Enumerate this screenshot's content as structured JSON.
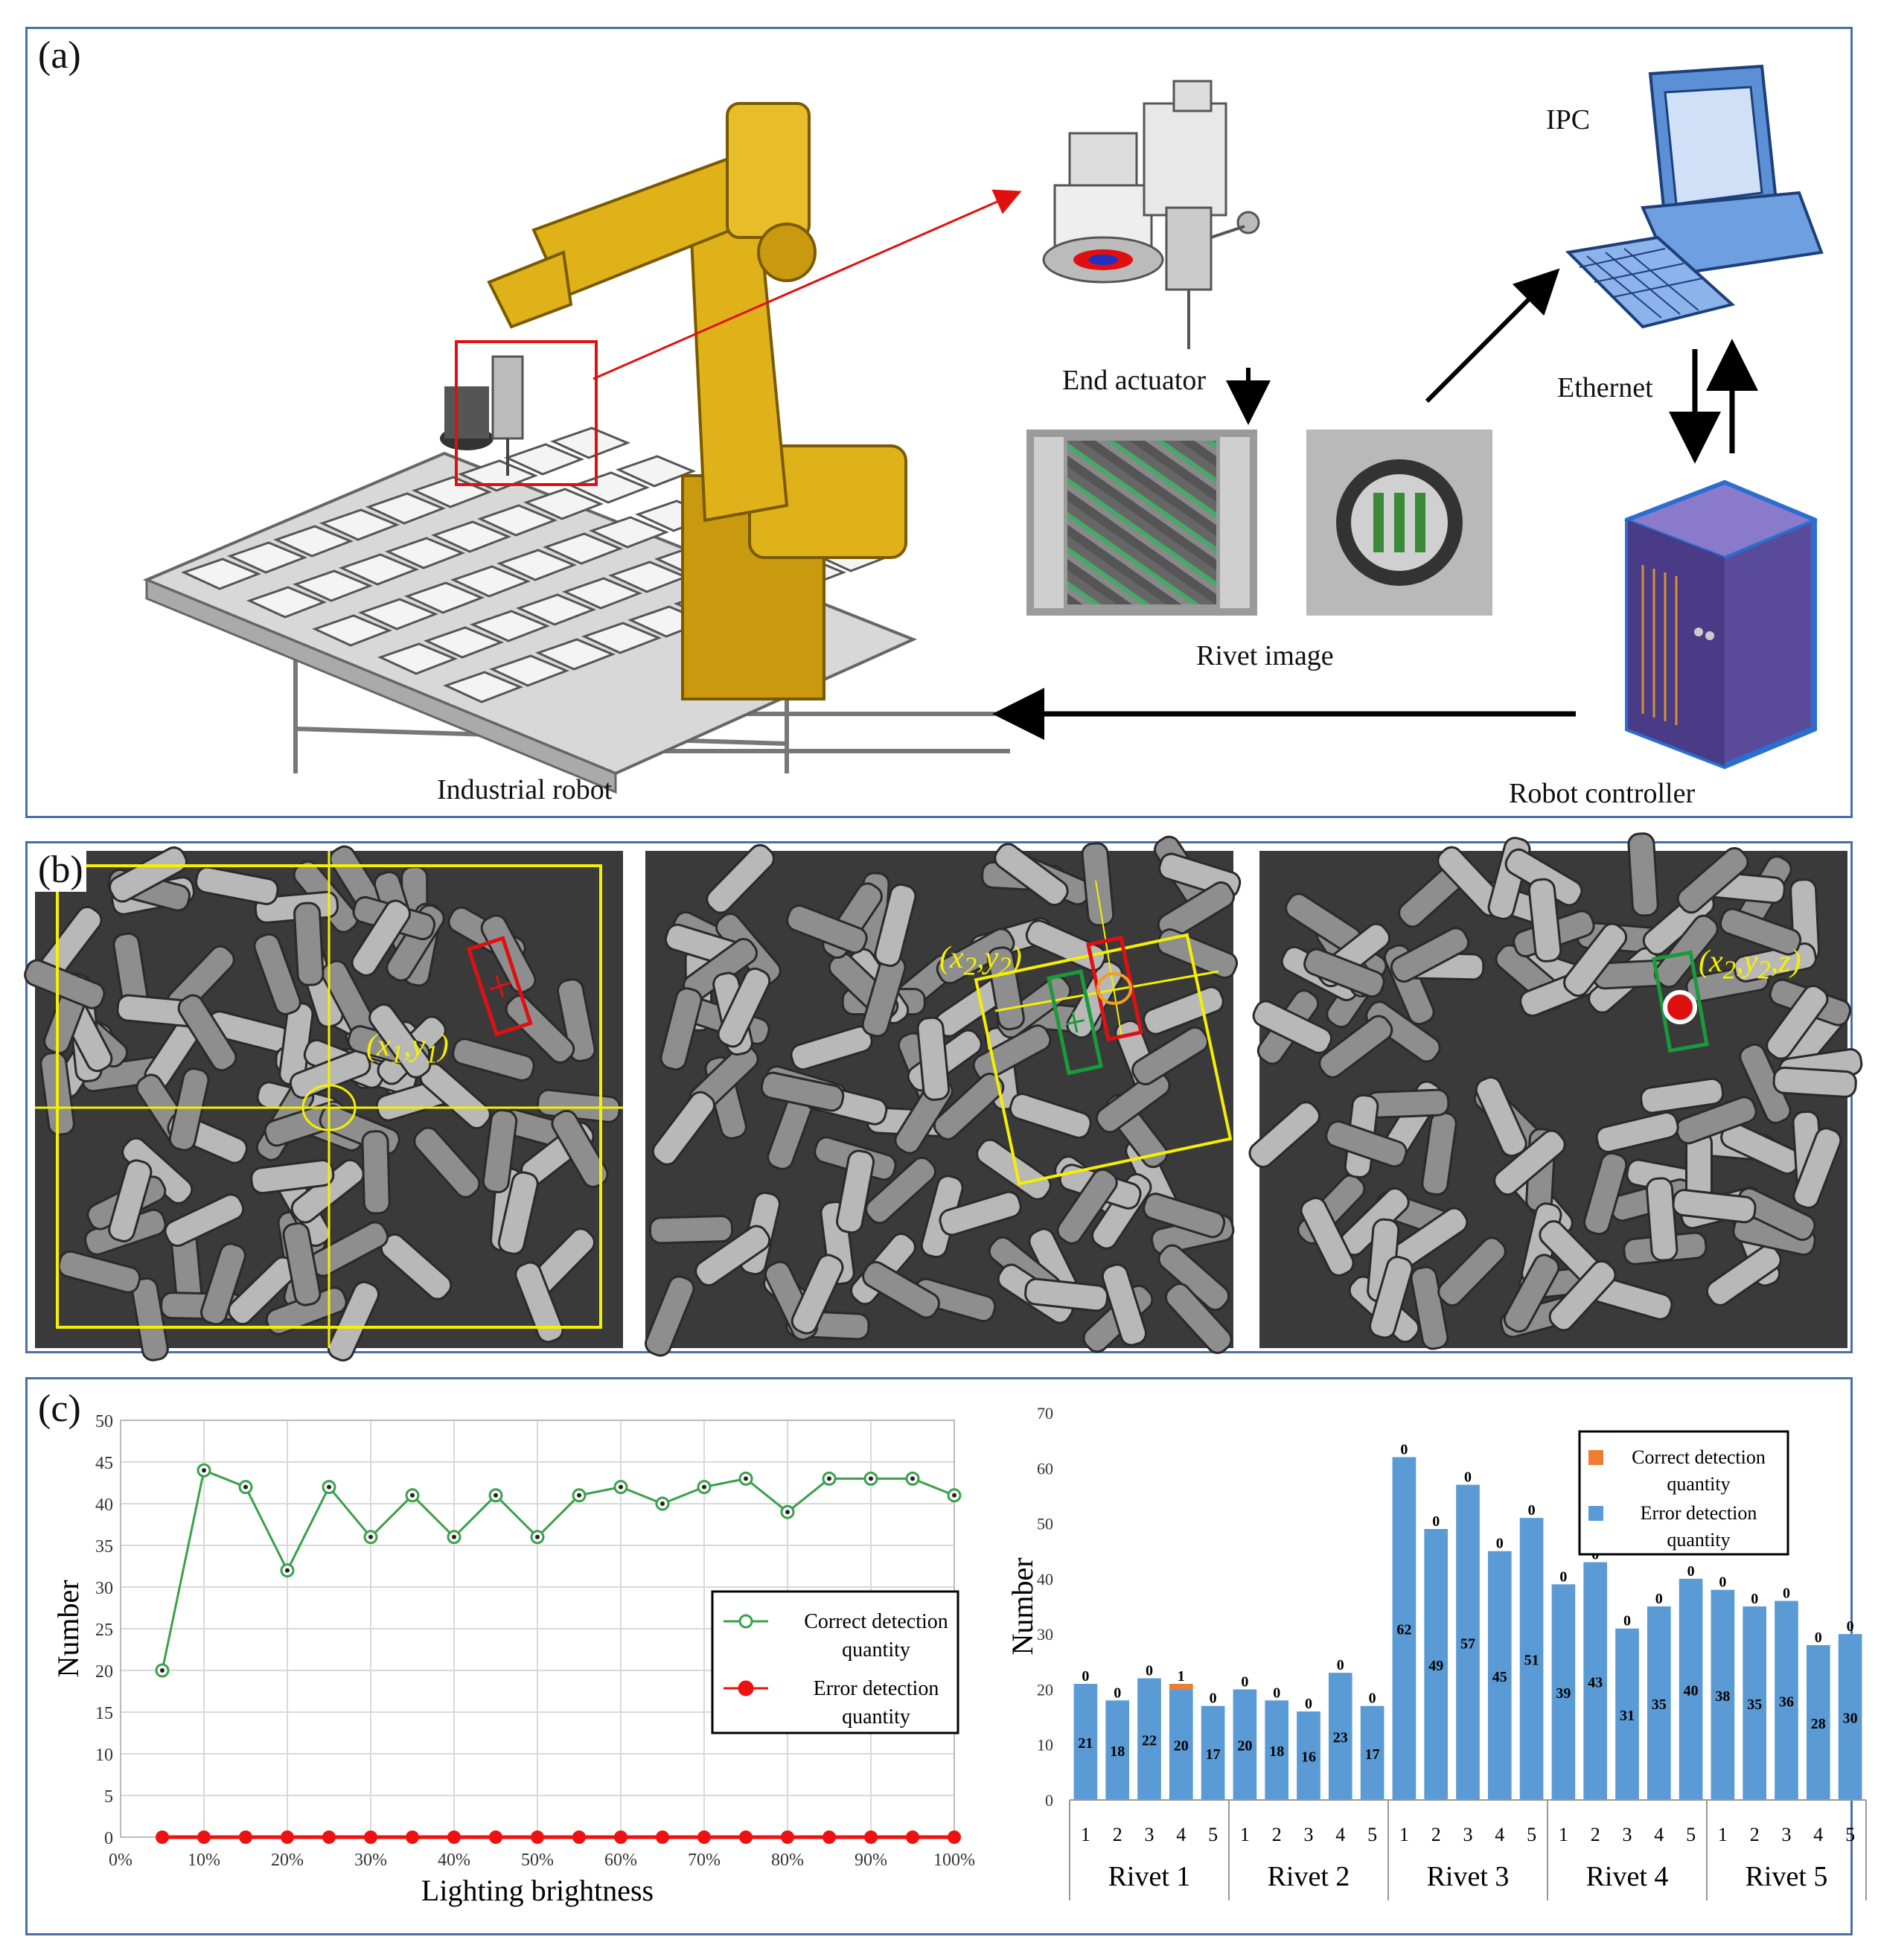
{
  "panel_a": {
    "label": "(a)",
    "industrial_robot": "Industrial robot",
    "end_actuator": "End actuator",
    "rivet_image": "Rivet image",
    "ipc": "IPC",
    "ethernet": "Ethernet",
    "robot_controller": "Robot controller"
  },
  "panel_b": {
    "label": "(b)",
    "coord1_main": "(x",
    "coord1_s1": "1",
    "coord1_mid": ",y",
    "coord1_s2": "1",
    "coord1_end": ")",
    "coord2_main": "(x",
    "coord2_s1": "2",
    "coord2_mid": ",y",
    "coord2_s2": "2",
    "coord2_end": ")",
    "coord3_main": "(x",
    "coord3_s1": "2",
    "coord3_mid": ",y",
    "coord3_s2": "2",
    "coord3_end": ",z)"
  },
  "panel_c": {
    "label": "(c)"
  },
  "colors": {
    "border": "#4a6fa5",
    "robot_yellow": "#e0b21a",
    "yellow_overlay": "#f5f000",
    "red_box": "#e01010",
    "green_box": "#1a9a3a",
    "line_green": "#3aa04a",
    "line_red": "#ee1111",
    "bar_blue": "#5b9bd5",
    "bar_orange": "#ed7d31"
  },
  "chart_data": [
    {
      "type": "line",
      "title": "",
      "xlabel": "Lighting brightness",
      "ylabel": "Number",
      "x_tick_labels": [
        "0%",
        "10%",
        "20%",
        "30%",
        "40%",
        "50%",
        "60%",
        "70%",
        "80%",
        "90%",
        "100%"
      ],
      "y_ticks": [
        "0",
        "5",
        "10",
        "15",
        "20",
        "25",
        "30",
        "35",
        "40",
        "45",
        "50"
      ],
      "x": [
        5,
        10,
        15,
        20,
        25,
        30,
        35,
        40,
        45,
        50,
        55,
        60,
        65,
        70,
        75,
        80,
        85,
        90,
        95,
        100
      ],
      "xlim": [
        0,
        100
      ],
      "ylim": [
        0,
        50
      ],
      "grid": true,
      "legend": "right",
      "series": [
        {
          "name": "Correct detection quantity",
          "legend_line1": "Correct detection",
          "legend_line2": "quantity",
          "values": [
            20,
            44,
            42,
            32,
            42,
            36,
            41,
            36,
            41,
            36,
            41,
            42,
            40,
            42,
            43,
            39,
            43,
            43,
            43,
            41
          ]
        },
        {
          "name": "Error detection quantity",
          "legend_line1": "Error detection",
          "legend_line2": "quantity",
          "values": [
            0,
            0,
            0,
            0,
            0,
            0,
            0,
            0,
            0,
            0,
            0,
            0,
            0,
            0,
            0,
            0,
            0,
            0,
            0,
            0
          ]
        }
      ]
    },
    {
      "type": "bar",
      "stacked": true,
      "ylabel": "Number",
      "ylim": [
        0,
        70
      ],
      "y_ticks": [
        "0",
        "10",
        "20",
        "30",
        "40",
        "50",
        "60",
        "70"
      ],
      "groups": [
        "Rivet 1",
        "Rivet 2",
        "Rivet 3",
        "Rivet 4",
        "Rivet 5"
      ],
      "sub_categories": [
        "1",
        "2",
        "3",
        "4",
        "5"
      ],
      "legend": "top-right",
      "series": [
        {
          "name": "Error detection quantity",
          "legend_line1": "Error detection",
          "legend_line2": "quantity",
          "values": [
            21,
            18,
            22,
            20,
            17,
            20,
            18,
            16,
            23,
            17,
            62,
            49,
            57,
            45,
            51,
            39,
            43,
            31,
            35,
            40,
            38,
            35,
            36,
            28,
            30
          ]
        },
        {
          "name": "Correct detection quantity",
          "legend_line1": "Correct detection",
          "legend_line2": "quantity",
          "values": [
            0,
            0,
            0,
            1,
            0,
            0,
            0,
            0,
            0,
            0,
            0,
            0,
            0,
            0,
            0,
            0,
            0,
            0,
            0,
            0,
            0,
            0,
            0,
            0,
            0
          ]
        }
      ]
    }
  ]
}
